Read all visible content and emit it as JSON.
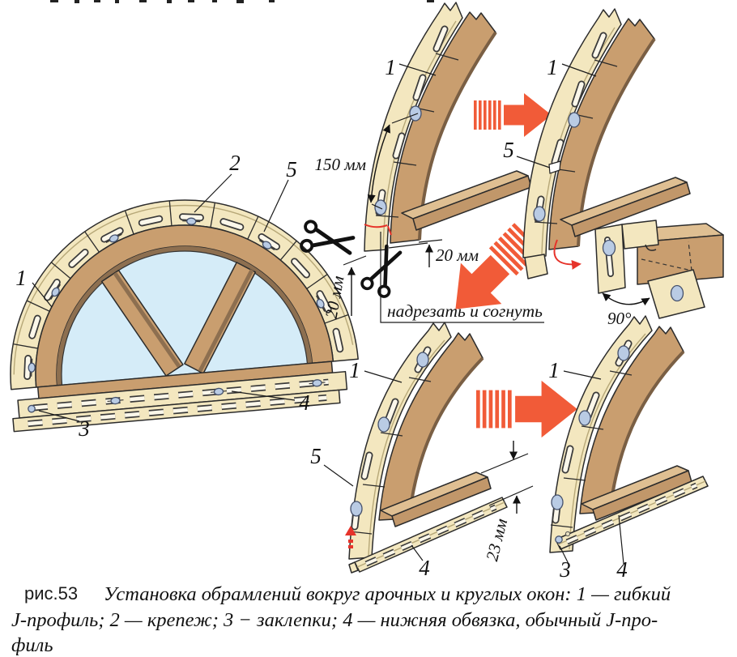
{
  "labels": {
    "l1": "1",
    "l2": "2",
    "l3": "3",
    "l4": "4",
    "l5": "5"
  },
  "dimensions": {
    "d150": "150 мм",
    "d20v": "20 мм",
    "d20h": "20 мм",
    "d23": "23 мм",
    "angle90": "90°"
  },
  "notes": {
    "cut_and_bend": "надрезать и согнуть"
  },
  "caption": {
    "fig": "рис.53",
    "line1": "Установка обрамлений вокруг арочных и круглых окон: 1 — гибкий",
    "line2": "J-профиль; 2 — крепеж; 3 − заклепки; 4 — нижняя обвязка, обычный J-про-",
    "line3": "филь"
  },
  "colors": {
    "profile_cream": "#f3e7bf",
    "wood_light": "#c99e6f",
    "wood_top": "#dfbf92",
    "wood_dark": "#8d6f50",
    "glass_blue": "#d5ecf8",
    "rivet_blue": "#b9cbe4",
    "arrow_orange": "#f15b38",
    "arrow_red": "#e6332a"
  }
}
